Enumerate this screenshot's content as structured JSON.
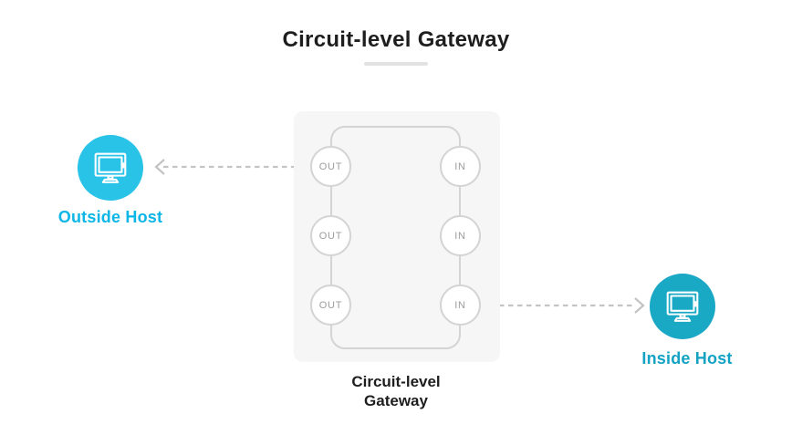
{
  "title": "Circuit-level Gateway",
  "gateway": {
    "caption_line1": "Circuit-level",
    "caption_line2": "Gateway",
    "out_ports": [
      "OUT",
      "OUT",
      "OUT"
    ],
    "in_ports": [
      "IN",
      "IN",
      "IN"
    ]
  },
  "hosts": {
    "outside": {
      "label": "Outside Host"
    },
    "inside": {
      "label": "Inside Host"
    }
  },
  "icons": {
    "outside_host": "monitor-icon",
    "inside_host": "monitor-icon"
  },
  "colors": {
    "outside_host_fill": "#29c3e8",
    "outside_label_text": "#0db6e6",
    "inside_host_fill": "#1aa9c4",
    "inside_label_text": "#13a2c3",
    "gateway_panel_fill": "#f6f6f6",
    "gateway_line_gray": "#d4d4d4",
    "port_text_gray": "#9c9c9c",
    "arrow_gray": "#c3c3c3",
    "title_text": "#1e1e1e",
    "title_underline": "#e2e2e2"
  }
}
